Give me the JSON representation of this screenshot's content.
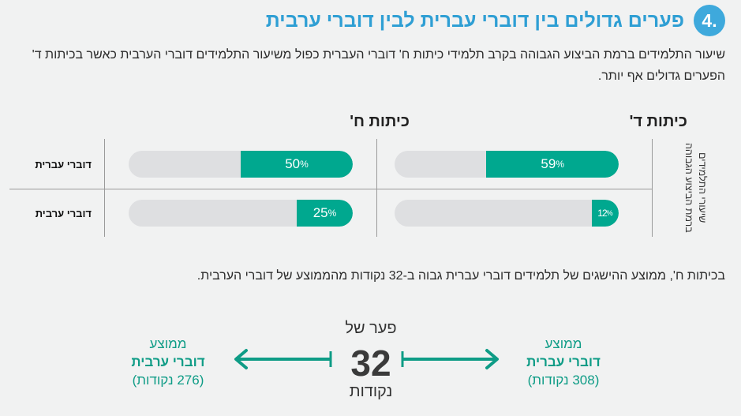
{
  "header": {
    "number": "4.",
    "title": "פערים גדולים בין דוברי עברית לבין דוברי ערבית"
  },
  "intro_text": "שיעור התלמידים ברמת הביצוע הגבוהה בקרב תלמידי כיתות ח' דוברי העברית כפול משיעור התלמידים דוברי הערבית כאשר בכיתות ד' הפערים גדולים אף יותר.",
  "chart_data": {
    "type": "bar",
    "orientation": "horizontal",
    "title": "שיעורי התלמידים ברמת הביצוע הגבוהה",
    "side_label": "שיעורי התלמידים ברמת הביצוע הגבוהה",
    "categories": [
      "דוברי עברית",
      "דוברי ערבית"
    ],
    "panels": [
      {
        "name": "כיתות ד'",
        "values": [
          59,
          12
        ],
        "labels": [
          "59",
          "12"
        ]
      },
      {
        "name": "כיתות ח'",
        "values": [
          50,
          25
        ],
        "labels": [
          "50",
          "25"
        ]
      }
    ],
    "unit": "%",
    "xlim": [
      0,
      100
    ],
    "colors": {
      "fill": "#00a88f",
      "track": "#dedfe1"
    }
  },
  "rows": {
    "hebrew": "דוברי עברית",
    "arabic": "דוברי ערבית"
  },
  "percent_sign": "%",
  "summary_text": "בכיתות ח', ממוצע ההישגים של תלמידים דוברי עברית גבוה ב-32 נקודות מהממוצע של דוברי הערבית.",
  "gap": {
    "top": "פער של",
    "value": "32",
    "bottom": "נקודות",
    "hebrew": {
      "l1": "ממוצע",
      "l2": "דוברי עברית",
      "l3": "(308 נקודות)"
    },
    "arabic": {
      "l1": "ממוצע",
      "l2": "דוברי ערבית",
      "l3": "(276 נקודות)"
    }
  },
  "colors": {
    "accent_blue": "#3ea9dc",
    "accent_teal": "#00a88f",
    "background": "#f1f2f2"
  }
}
